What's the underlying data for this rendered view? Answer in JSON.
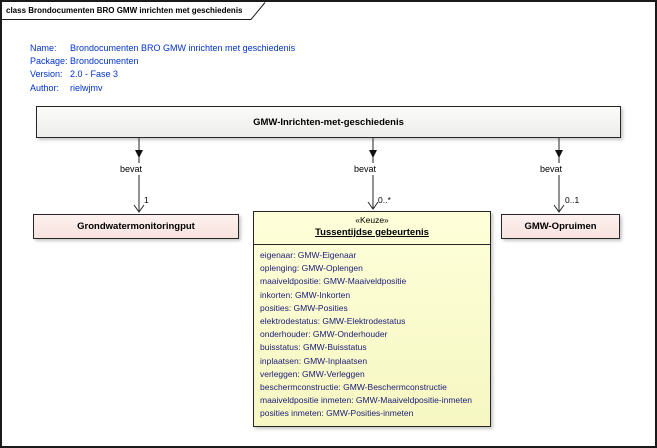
{
  "frame": {
    "tab_label": "class Brondocumenten BRO GMW inrichten met geschiedenis"
  },
  "metadata": {
    "rows": [
      {
        "label": "Name:",
        "value": "Brondocumenten BRO GMW inrichten met geschiedenis"
      },
      {
        "label": "Package:",
        "value": "Brondocumenten"
      },
      {
        "label": "Version:",
        "value": "2.0 - Fase 3"
      },
      {
        "label": "Author:",
        "value": "rielwjmv"
      }
    ]
  },
  "main_class": {
    "name": "GMW-Inrichten-met-geschiedenis"
  },
  "associations": [
    {
      "label": "bevat",
      "multiplicity": "1",
      "target": "Grondwatermonitoringput"
    },
    {
      "label": "bevat",
      "multiplicity": "0..*",
      "target": "Tussentijdse gebeurtenis"
    },
    {
      "label": "bevat",
      "multiplicity": "0..1",
      "target": "GMW-Opruimen"
    }
  ],
  "left_class": {
    "name": "Grondwatermonitoringput"
  },
  "choice_class": {
    "stereotype": "«Keuze»",
    "name": "Tussentijdse gebeurtenis",
    "attributes": [
      "eigenaar: GMW-Eigenaar",
      "oplenging: GMW-Oplengen",
      "maaiveldpositie: GMW-Maaiveldpositie",
      "inkorten: GMW-Inkorten",
      "posities: GMW-Posities",
      "elektrodestatus: GMW-Elektrodestatus",
      "onderhouder: GMW-Onderhouder",
      "buisstatus: GMW-Buisstatus",
      "inplaatsen: GMW-Inplaatsen",
      "verleggen: GMW-Verleggen",
      "beschermconstructie: GMW-Beschermconstructie",
      "maaiveldpositie inmeten: GMW-Maaiveldpositie-inmeten",
      "posities inmeten: GMW-Posities-inmeten"
    ]
  },
  "right_class": {
    "name": "GMW-Opruimen"
  },
  "colors": {
    "metadata_text": "#0033cc",
    "attribute_text": "#1c1c78",
    "class_fill_pink": "#f9e8e4",
    "class_fill_yellow": "#fbfccd",
    "class_fill_gray": "#f2f2f0",
    "line": "#262626"
  }
}
